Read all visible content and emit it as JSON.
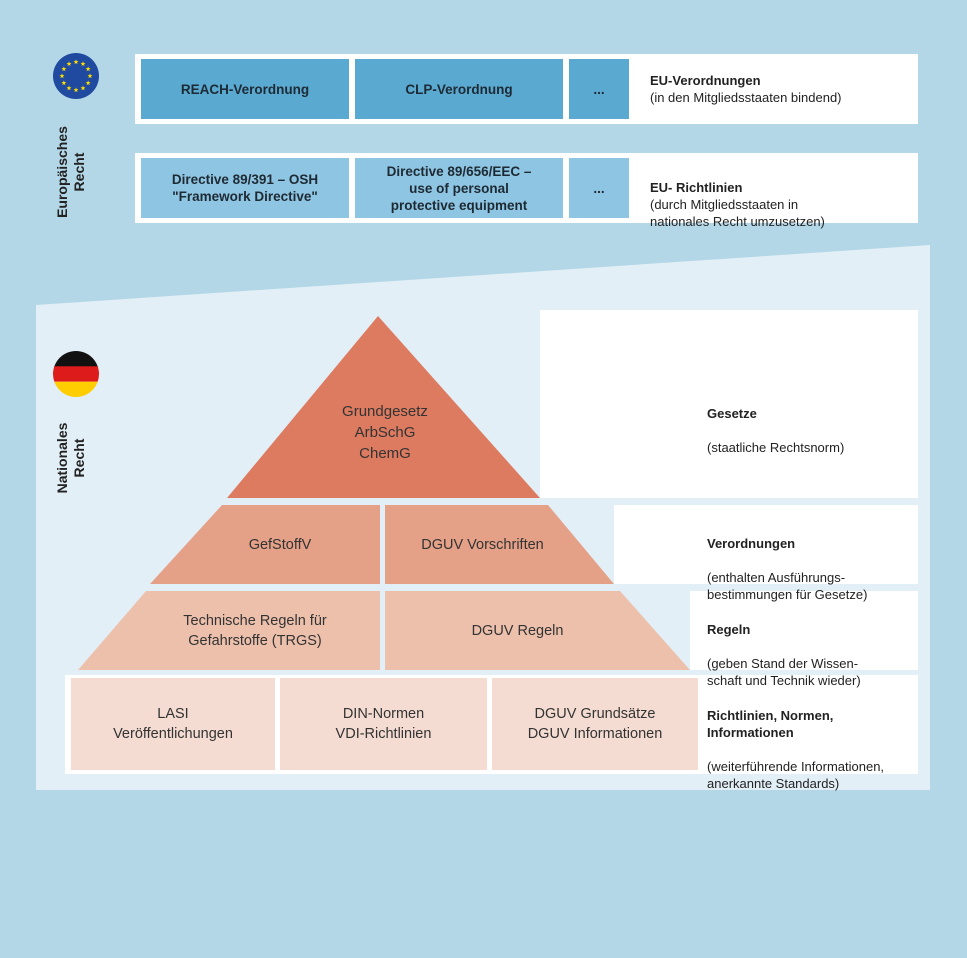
{
  "colors": {
    "background": "#b3d7e7",
    "panel": "#e3eff7",
    "eu_dark": "#5aa9d1",
    "eu_light": "#8ec5e2",
    "pyramid_top": "#dd7b60",
    "pyramid_level2": "#e5a188",
    "pyramid_level3": "#edc0ac",
    "base_cells": "#f4dcd2"
  },
  "icons": {
    "eu_flag": "eu-flag-icon",
    "de_flag": "germany-flag-icon"
  },
  "european": {
    "side_label": "Europäisches\nRecht",
    "regulations": {
      "boxes": [
        "REACH-Verordnung",
        "CLP-Verordnung",
        "..."
      ],
      "title": "EU-Verordnungen",
      "subtitle": "(in den Mitgliedsstaaten bindend)"
    },
    "directives": {
      "boxes": [
        "Directive 89/391 – OSH\n\"Framework Directive\"",
        "Directive 89/656/EEC –\nuse of personal\nprotective equipment",
        "..."
      ],
      "title": "EU- Richtlinien",
      "subtitle": "(durch Mitgliedsstaaten in\nnationales Recht umzusetzen)"
    }
  },
  "national": {
    "side_label": "Nationales\nRecht",
    "levels": [
      {
        "cells": [
          "Grundgesetz\nArbSchG\nChemG"
        ],
        "title": "Gesetze",
        "desc": "(staatliche Rechtsnorm)"
      },
      {
        "cells": [
          "GefStoffV",
          "DGUV Vorschriften"
        ],
        "title": "Verordnungen",
        "desc": "(enthalten Ausführungs-\nbestimmungen für Gesetze)"
      },
      {
        "cells": [
          "Technische Regeln für\nGefahrstoffe (TRGS)",
          "DGUV Regeln"
        ],
        "title": "Regeln",
        "desc": "(geben Stand der Wissen-\nschaft und Technik wieder)"
      },
      {
        "cells": [
          "LASI\nVeröffentlichungen",
          "DIN-Normen\nVDI-Richtlinien",
          "DGUV Grundsätze\nDGUV Informationen"
        ],
        "title": "Richtlinien, Normen,\nInformationen",
        "desc": "(weiterführende Informationen,\nanerkannte Standards)"
      }
    ]
  }
}
